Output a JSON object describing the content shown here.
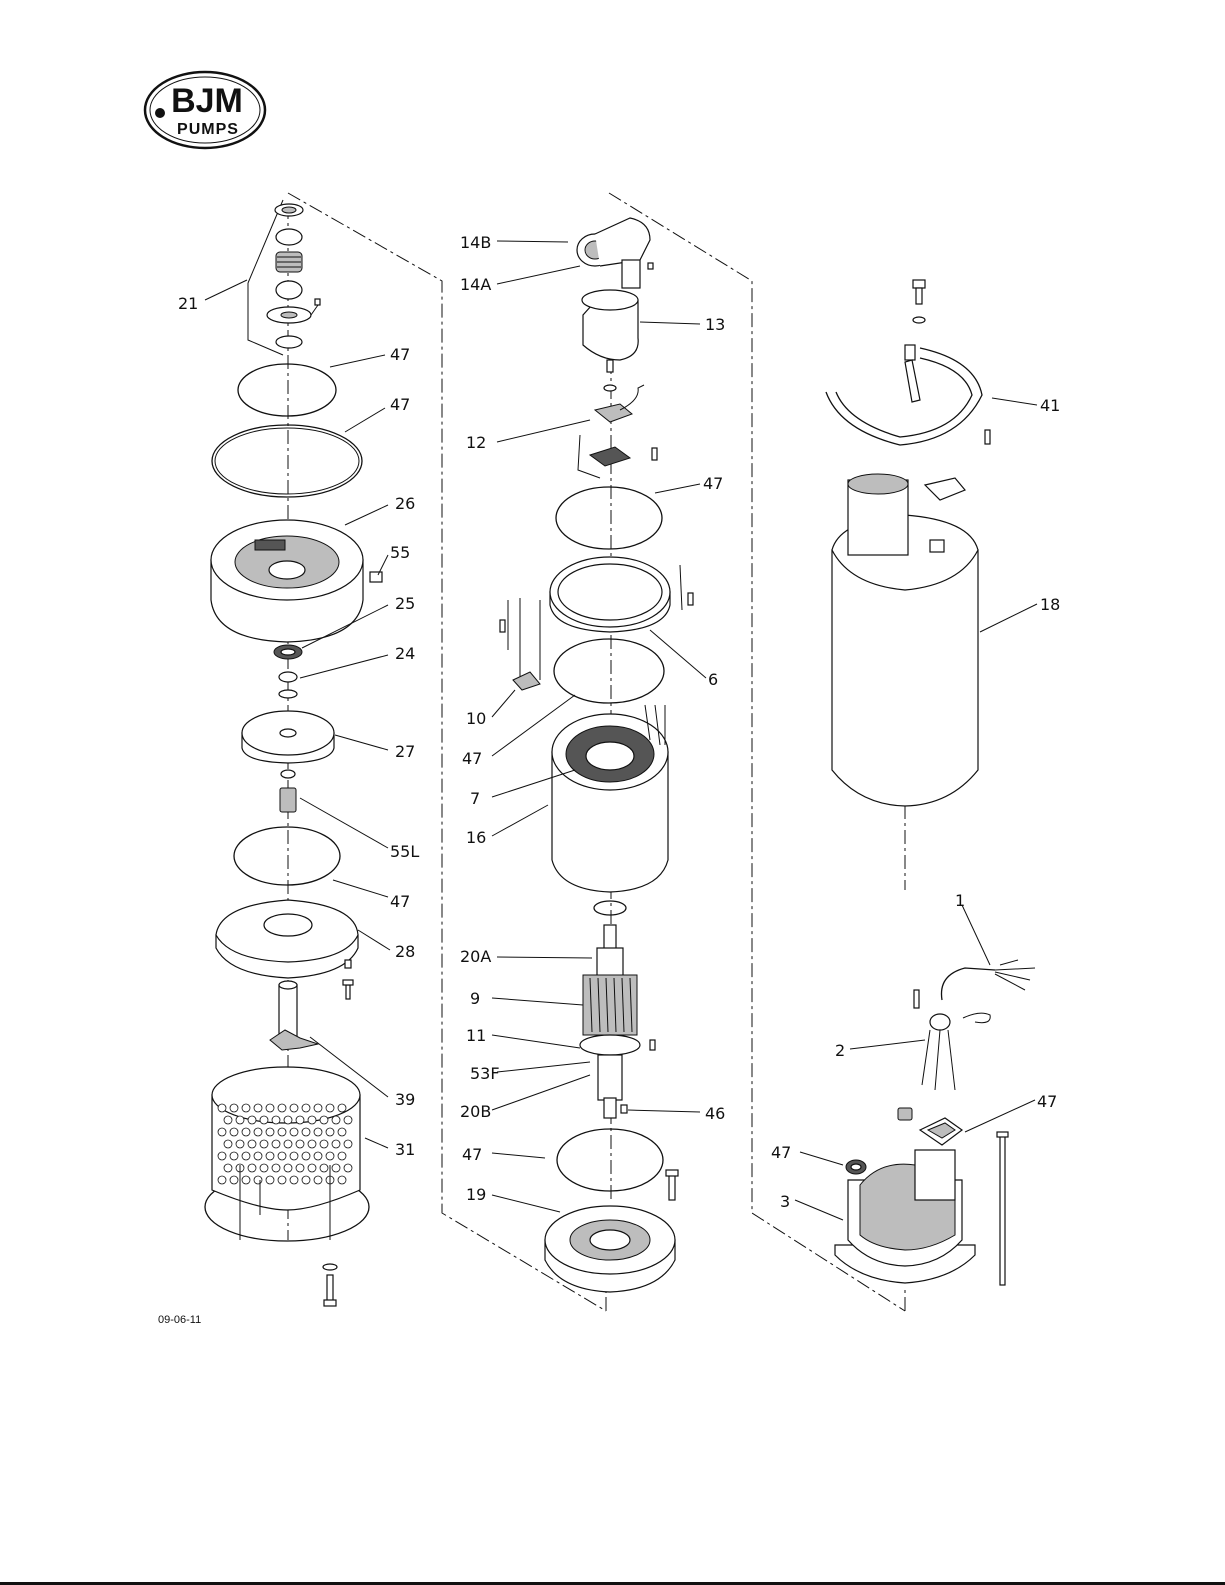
{
  "brand": {
    "logo_line1": "BJM",
    "logo_line2": "PUMPS"
  },
  "date_code": "09-06-11",
  "callouts": {
    "c21": "21",
    "c47a": "47",
    "c47b": "47",
    "c26": "26",
    "c55": "55",
    "c25": "25",
    "c24": "24",
    "c27": "27",
    "c55L": "55L",
    "c47c": "47",
    "c28": "28",
    "c39": "39",
    "c31": "31",
    "c14B": "14B",
    "c14A": "14A",
    "c13": "13",
    "c12": "12",
    "c47d": "47",
    "c6": "6",
    "c10": "10",
    "c47e": "47",
    "c7": "7",
    "c16": "16",
    "c20A": "20A",
    "c9": "9",
    "c11": "11",
    "c53F": "53F",
    "c20B": "20B",
    "c46": "46",
    "c47f": "47",
    "c19": "19",
    "c41": "41",
    "c18": "18",
    "c1": "1",
    "c2": "2",
    "c47g": "47",
    "c47h": "47",
    "c3": "3"
  }
}
